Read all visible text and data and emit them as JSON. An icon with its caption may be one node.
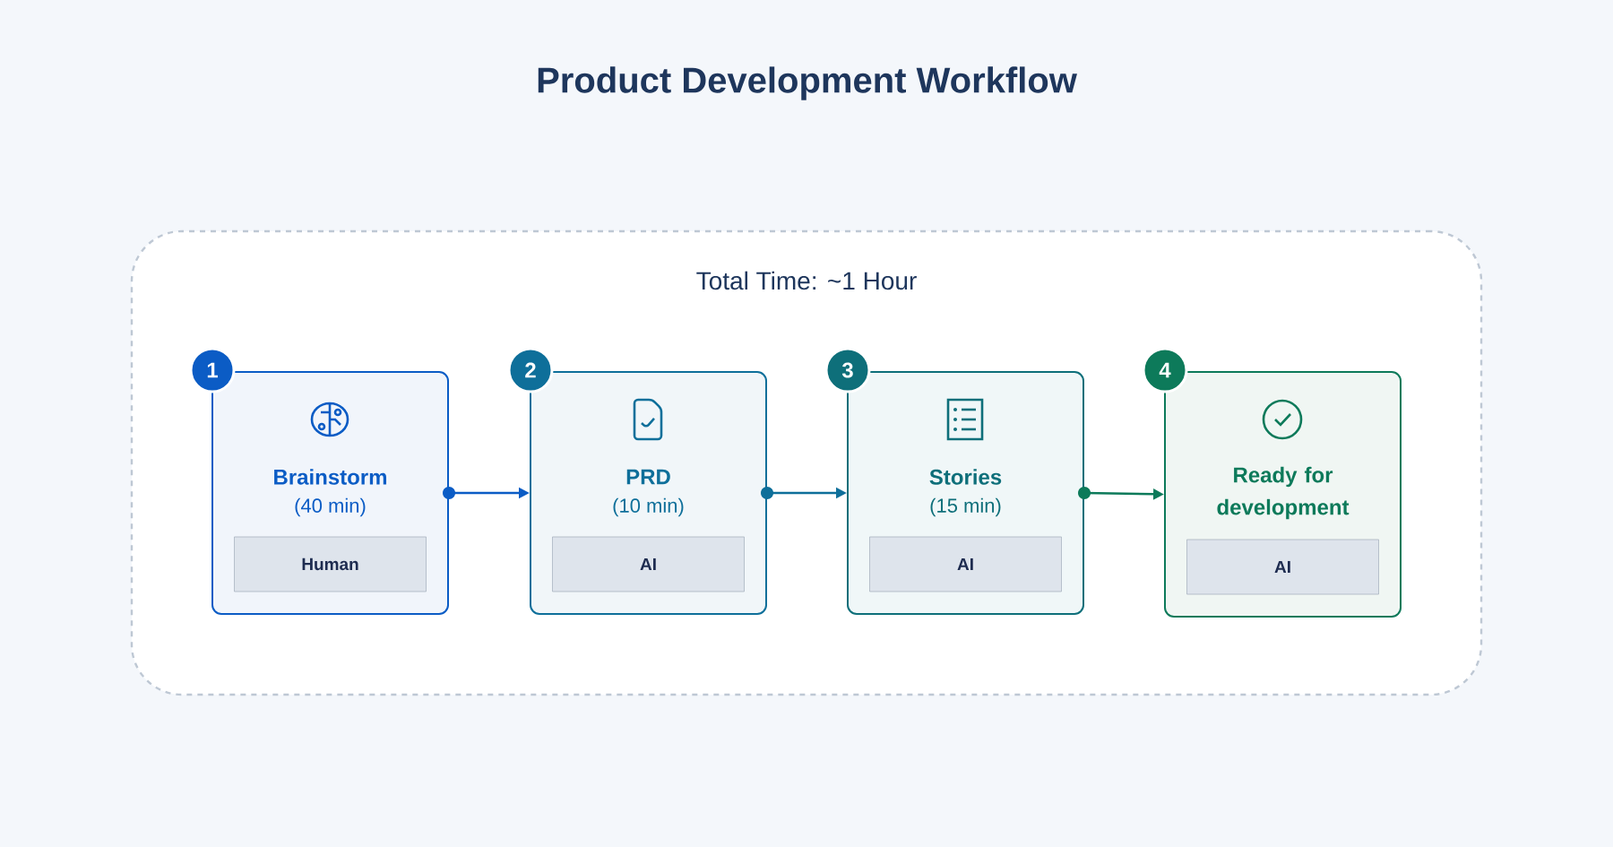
{
  "diagram": {
    "title": "Product Development Workflow",
    "nodes": [
      {
        "text": [
          "Total Time: ~1 Hour"
        ]
      },
      {
        "text": [
          "1"
        ],
        "in": 0
      },
      {
        "text": [
          "Brainstorm",
          "(40 min)"
        ],
        "in": 0
      },
      {
        "text": [
          "Human"
        ],
        "in": 2
      },
      {
        "text": [
          "2"
        ],
        "in": 0
      },
      {
        "text": [
          "PRD",
          "(10 min)"
        ],
        "in": 0
      },
      {
        "text": [
          "AI"
        ],
        "in": 5
      },
      {
        "text": [
          "3"
        ],
        "in": 0
      },
      {
        "text": [
          "Stories",
          "(15 min)"
        ],
        "in": 0
      },
      {
        "text": [
          "AI"
        ],
        "in": 8
      },
      {
        "text": [
          "4"
        ],
        "in": 0
      },
      {
        "text": [
          "Ready for development"
        ],
        "in": 0
      },
      {
        "text": [
          "AI"
        ],
        "in": 11
      }
    ],
    "edges": [
      {
        "from": 2,
        "to": 5,
        "arrow": "to",
        "color": "#0b5cc5"
      },
      {
        "from": 5,
        "to": 8,
        "arrow": "to",
        "color": "#0e6f9a"
      },
      {
        "from": 8,
        "to": 11,
        "arrow": "to",
        "color": "#0d7a5a"
      }
    ]
  }
}
